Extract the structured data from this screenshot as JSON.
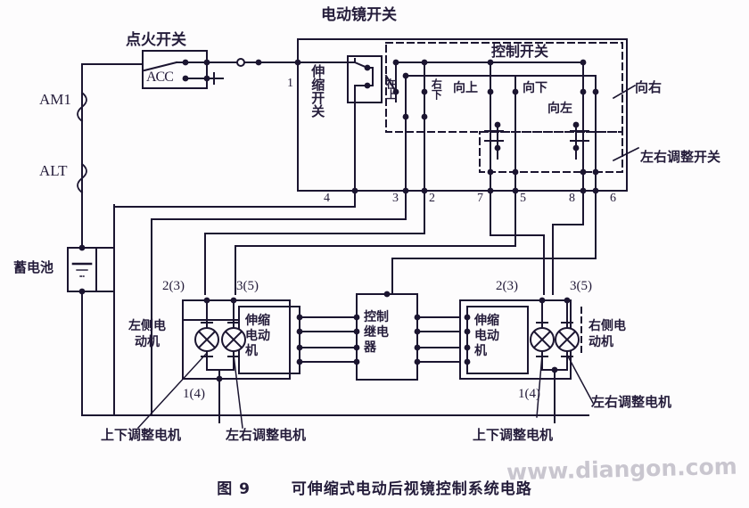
{
  "figure": {
    "number": "图 9",
    "title": "可伸缩式电动后视镜控制系统电路",
    "watermark": "www.diangon.com"
  },
  "power": {
    "ignition_switch_label": "点火开关",
    "ignition_position": "ACC",
    "fuse_am1": "AM1",
    "fuse_alt": "ALT",
    "battery_label": "蓄电池"
  },
  "mirror_switch": {
    "title": "电动镜开关",
    "retract_switch": "伸缩开关",
    "control_switch": "控制开关",
    "lr_adjust_switch": "左右调整开关",
    "directions": {
      "up_left": "在上",
      "down_right": "右下",
      "up": "向上",
      "down": "向下",
      "left": "向左",
      "right": "向右"
    },
    "terminals": [
      "1",
      "4",
      "3",
      "2",
      "7",
      "5",
      "8",
      "6"
    ]
  },
  "motors": {
    "left_label": "左侧电动机",
    "right_label": "右侧电动机",
    "retract_motor": "伸缩电动机",
    "control_relay": "控制继电器",
    "updown_motor": "上下调整电机",
    "leftright_motor": "左右调整电机",
    "pin_23": "2(3)",
    "pin_35": "3(5)",
    "pin_14": "1(4)"
  },
  "colors": {
    "ink": "#241c3a",
    "background": "#fdfcfd",
    "wire": "#1b1530"
  }
}
